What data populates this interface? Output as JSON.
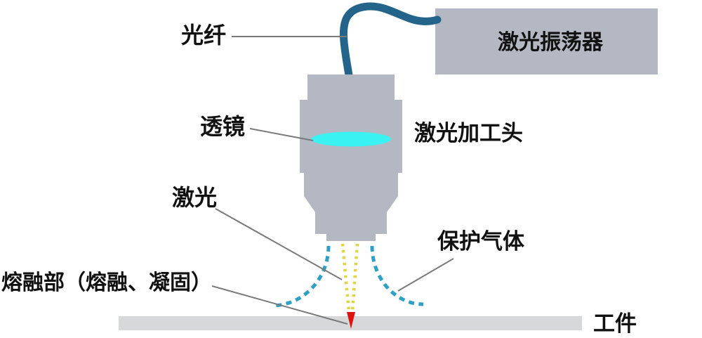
{
  "diagram": {
    "type": "laser-welding-process-schematic",
    "labels": {
      "fiber": "光纤",
      "oscillator": "激光振荡器",
      "lens": "透镜",
      "processing_head": "激光加工头",
      "laser_beam": "激光",
      "melt_zone": "熔融部（熔融、凝固）",
      "shielding_gas": "保护气体",
      "workpiece": "工件"
    },
    "colors": {
      "component_gray": "#b4b8c3",
      "workpiece_gray": "#d7d8da",
      "fiber_teal": "#24648a",
      "lens_cyan": "#3af2f2",
      "laser_yellow": "#e2d443",
      "gas_blue": "#2fa0c5",
      "melt_red": "#dd1511",
      "leader_gray": "#7a7a7a",
      "text_black": "#111111"
    }
  }
}
